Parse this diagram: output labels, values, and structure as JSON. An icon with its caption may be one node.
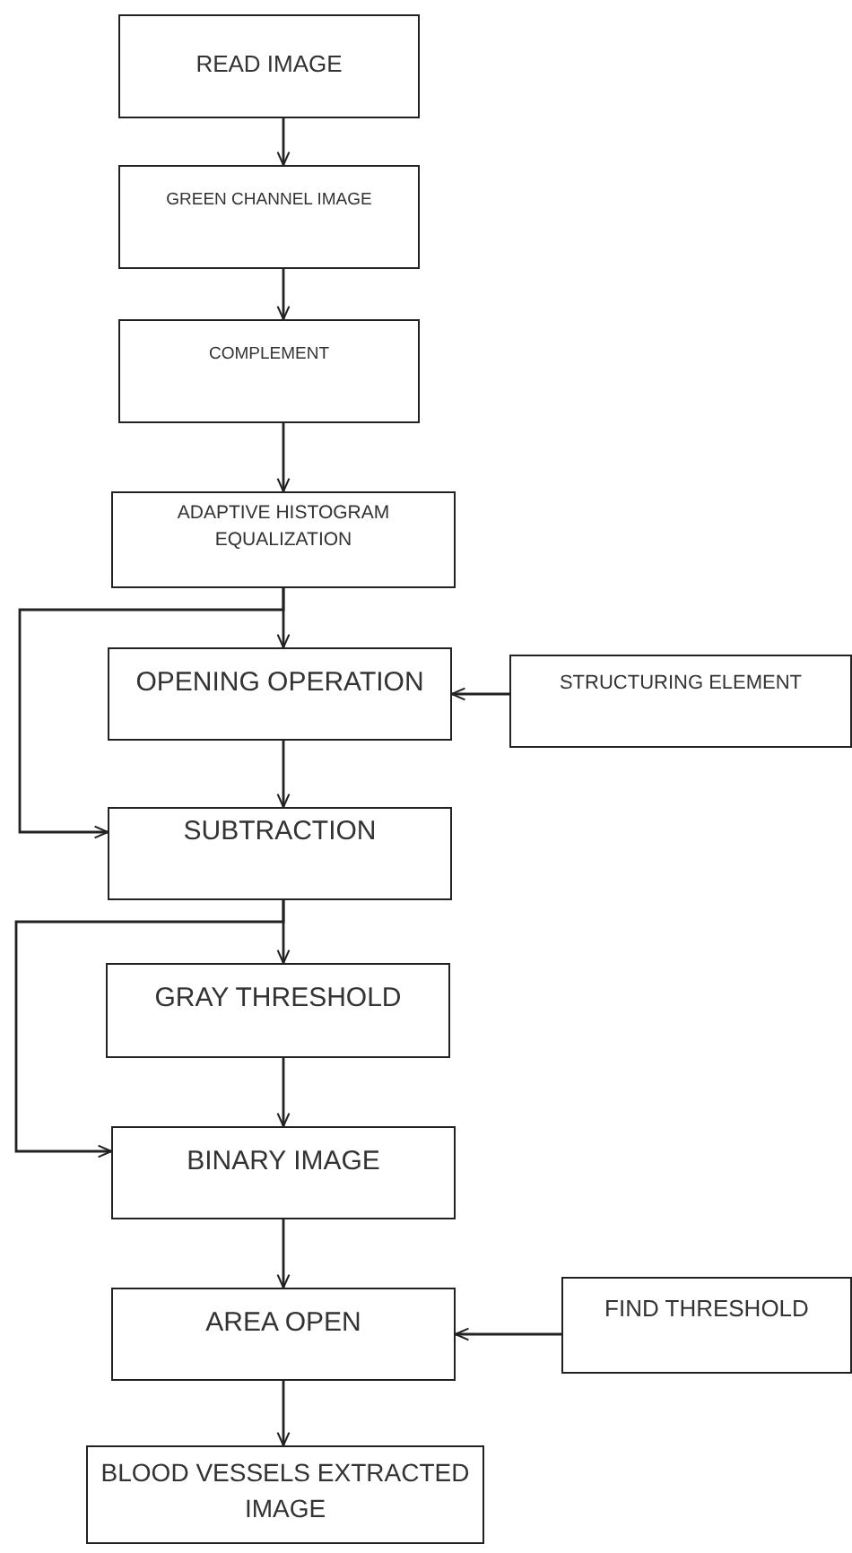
{
  "diagram": {
    "nodes": [
      {
        "text": [
          "READ IMAGE"
        ]
      },
      {
        "text": [
          "GREEN CHANNEL IMAGE"
        ]
      },
      {
        "text": [
          "COMPLEMENT"
        ]
      },
      {
        "text": [
          "ADAPTIVE HISTOGRAM EQUALIZATION"
        ]
      },
      {
        "text": [
          "OPENING OPERATION"
        ]
      },
      {
        "text": [
          "STRUCTURING ELEMENT"
        ]
      },
      {
        "text": [
          "SUBTRACTION"
        ]
      },
      {
        "text": [
          "GRAY THRESHOLD"
        ]
      },
      {
        "text": [
          "BINARY IMAGE"
        ]
      },
      {
        "text": [
          "AREA OPEN"
        ]
      },
      {
        "text": [
          "FIND THRESHOLD"
        ]
      },
      {
        "text": [
          "BLOOD VESSELS EXTRACTED IMAGE"
        ]
      }
    ],
    "edges": [
      {
        "from": 0,
        "to": 1,
        "arrow": "to"
      },
      {
        "from": 1,
        "to": 2,
        "arrow": "to"
      },
      {
        "from": 2,
        "to": 3,
        "arrow": "to"
      },
      {
        "from": 3,
        "to": 4,
        "arrow": "to"
      },
      {
        "from": 5,
        "to": 4,
        "arrow": "to"
      },
      {
        "from": 4,
        "to": 6,
        "arrow": "to"
      },
      {
        "from": 3,
        "to": 6,
        "arrow": "to"
      },
      {
        "from": 6,
        "to": 7,
        "arrow": "to"
      },
      {
        "from": 7,
        "to": 8,
        "arrow": "to"
      },
      {
        "from": 6,
        "to": 8,
        "arrow": "to"
      },
      {
        "from": 8,
        "to": 9,
        "arrow": "to"
      },
      {
        "from": 10,
        "to": 9,
        "arrow": "to"
      },
      {
        "from": 9,
        "to": 11,
        "arrow": "to"
      }
    ]
  }
}
